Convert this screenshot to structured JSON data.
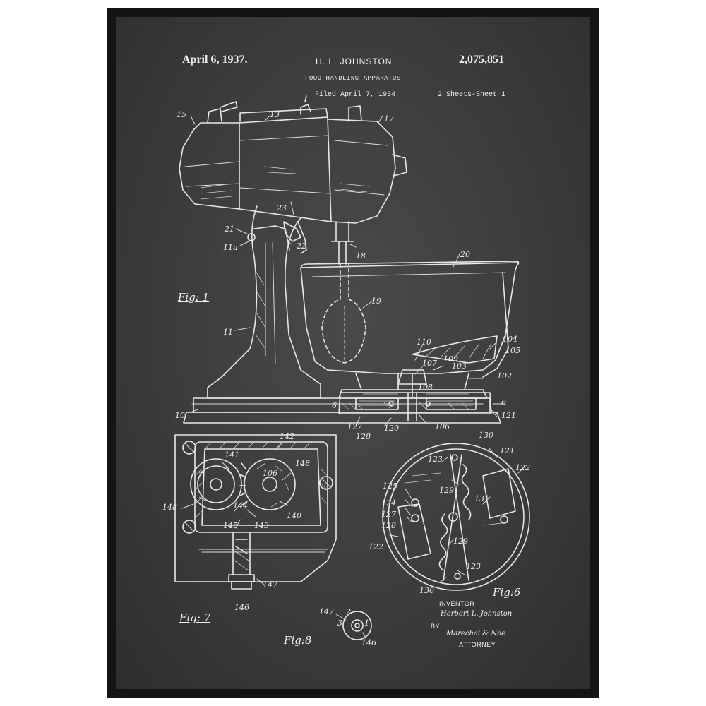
{
  "patent": {
    "date": "April 6, 1937.",
    "inventor_header": "H. L. JOHNSTON",
    "number": "2,075,851",
    "title": "FOOD HANDLING APPARATUS",
    "filed": "Filed April 7, 1934",
    "sheets": "2 Sheets-Sheet 1"
  },
  "figures": {
    "fig1": "Fig: 1",
    "fig6": "Fig:6",
    "fig7": "Fig: 7",
    "fig8": "Fig:8"
  },
  "credits": {
    "inventor_label": "INVENTOR",
    "inventor_name": "Herbert L. Johnston",
    "by": "BY",
    "attorney_name": "Marechal & Noe",
    "attorney_label": "ATTORNEY"
  },
  "labels": {
    "n15": "15",
    "n13": "13",
    "n17": "17",
    "n23": "23",
    "n21": "21",
    "n11a": "11a",
    "n22": "22",
    "n18": "18",
    "n20": "20",
    "n19": "19",
    "n11": "11",
    "n110": "110",
    "n104": "104",
    "n105": "105",
    "n109": "109",
    "n107": "107",
    "n103": "103",
    "n102": "102",
    "n108": "108",
    "n6a": "6",
    "n6b": "6",
    "n10": "10",
    "n121a": "121",
    "n127a": "127",
    "n128a": "128",
    "n120": "120",
    "n106a": "106",
    "n142": "142",
    "n141": "141",
    "n106b": "106",
    "n148a": "148",
    "n148b": "148",
    "n144": "144",
    "n145": "145",
    "n143": "143",
    "n140": "140",
    "n147a": "147",
    "n146a": "146",
    "n130a": "130",
    "n121b": "121",
    "n123a": "123",
    "n122a": "122",
    "n129a": "129",
    "n125": "125",
    "n124": "124",
    "n131": "131",
    "n127b": "127",
    "n128b": "128",
    "n129b": "129",
    "n122b": "122",
    "n123b": "123",
    "n130b": "130",
    "n147b": "147",
    "n146b": "146",
    "d2": "2",
    "d3": "3",
    "d1": "1"
  }
}
